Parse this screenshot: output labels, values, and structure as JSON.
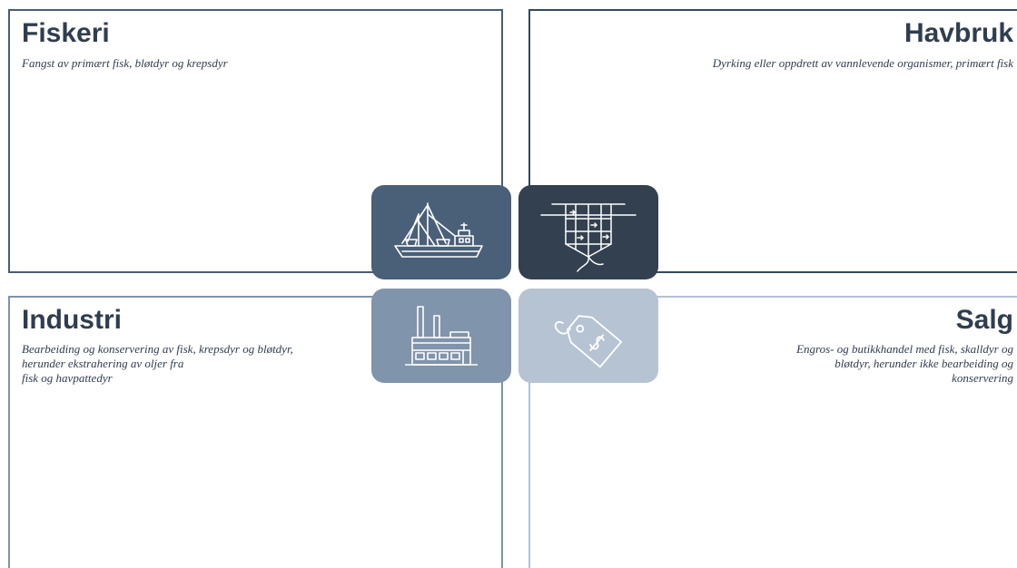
{
  "quadrants": {
    "fiskeri": {
      "title": "Fiskeri",
      "description": "Fangst av primært fisk, bløtdyr og krepsdyr"
    },
    "havbruk": {
      "title": "Havbruk",
      "description": "Dyrking eller oppdrett av vannlevende organismer, primært fisk"
    },
    "industri": {
      "title": "Industri",
      "description_lines": [
        "Bearbeiding og konservering av fisk, krepsdyr og bløtdyr,",
        "herunder ekstrahering av oljer fra",
        "fisk og havpattedyr"
      ]
    },
    "salg": {
      "title": "Salg",
      "description_lines": [
        "Engros- og butikkhandel med fisk, skalldyr og",
        "bløtdyr, herunder ikke bearbeiding og",
        "konservering"
      ]
    }
  },
  "icons": {
    "fiskeri": "fishing-boat-icon",
    "havbruk": "fish-net-pen-icon",
    "industri": "factory-icon",
    "salg": "price-tag-icon"
  },
  "colors": {
    "fiskeri": "#4a5f78",
    "havbruk": "#33404f",
    "industri": "#8094ab",
    "salg": "#b6c3d2",
    "text": "#2f3d4f"
  }
}
